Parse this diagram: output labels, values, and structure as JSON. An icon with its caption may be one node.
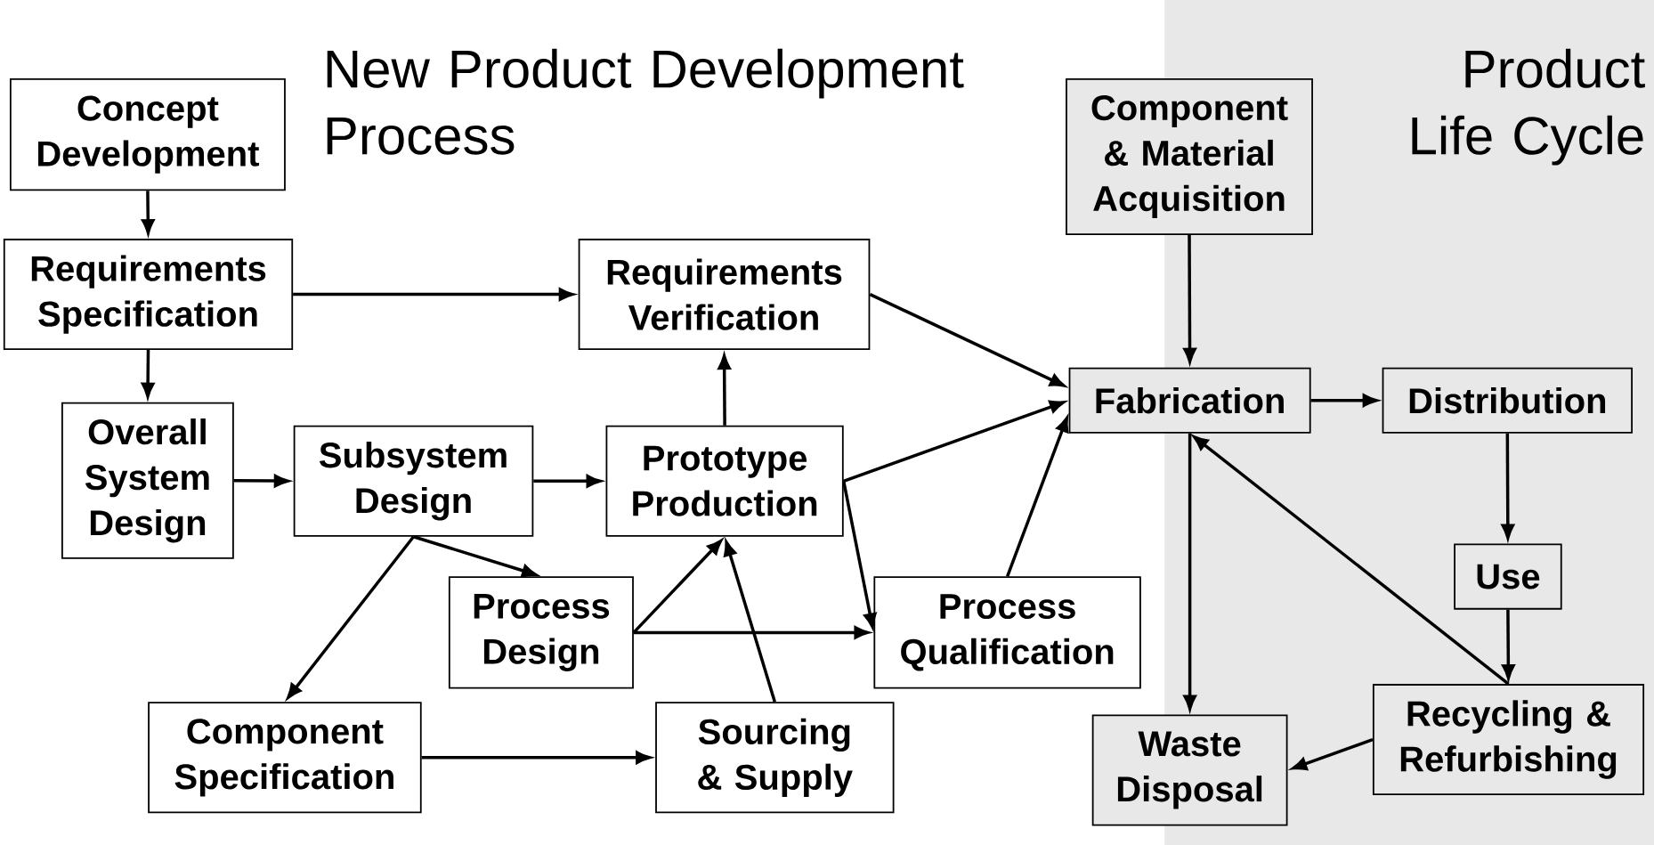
{
  "diagram": {
    "title": "New Product Development Process",
    "nodes": [
      {
        "text": [
          "Concept Development"
        ]
      },
      {
        "text": [
          "Requirements Specification"
        ]
      },
      {
        "text": [
          "Overall System Design"
        ]
      },
      {
        "text": [
          "Subsystem Design"
        ]
      },
      {
        "text": [
          "Requirements Verification"
        ]
      },
      {
        "text": [
          "Prototype Production"
        ]
      },
      {
        "text": [
          "Process Design"
        ]
      },
      {
        "text": [
          "Process Qualification"
        ]
      },
      {
        "text": [
          "Component Specification"
        ]
      },
      {
        "text": [
          "Sourcing & Supply"
        ]
      },
      {
        "text": [
          "Component & Material Acquisition"
        ]
      },
      {
        "text": [
          "Fabrication"
        ]
      },
      {
        "text": [
          "Distribution"
        ]
      },
      {
        "text": [
          "Use"
        ]
      },
      {
        "text": [
          "Recycling & Refurbishing"
        ]
      },
      {
        "text": [
          "Waste Disposal"
        ]
      }
    ],
    "edges": [
      {
        "from": 0,
        "to": 1,
        "arrow": "to"
      },
      {
        "from": 1,
        "to": 4,
        "arrow": "to"
      },
      {
        "from": 1,
        "to": 2,
        "arrow": "to"
      },
      {
        "from": 2,
        "to": 3,
        "arrow": "to"
      },
      {
        "from": 3,
        "to": 5,
        "arrow": "to"
      },
      {
        "from": 5,
        "to": 4,
        "arrow": "to"
      },
      {
        "from": 4,
        "to": 11,
        "arrow": "to"
      },
      {
        "from": 5,
        "to": 11,
        "arrow": "to"
      },
      {
        "from": 3,
        "to": 6,
        "arrow": "to"
      },
      {
        "from": 3,
        "to": 8,
        "arrow": "to"
      },
      {
        "from": 6,
        "to": 5,
        "arrow": "to"
      },
      {
        "from": 6,
        "to": 7,
        "arrow": "to"
      },
      {
        "from": 5,
        "to": 7,
        "arrow": "to"
      },
      {
        "from": 9,
        "to": 5,
        "arrow": "to"
      },
      {
        "from": 8,
        "to": 9,
        "arrow": "to"
      },
      {
        "from": 7,
        "to": 11,
        "arrow": "to"
      },
      {
        "from": 10,
        "to": 11,
        "arrow": "to"
      },
      {
        "from": 11,
        "to": 12,
        "arrow": "to"
      },
      {
        "from": 12,
        "to": 13,
        "arrow": "to"
      },
      {
        "from": 13,
        "to": 14,
        "arrow": "to"
      },
      {
        "from": 14,
        "to": 11,
        "arrow": "to"
      },
      {
        "from": 11,
        "to": 15,
        "arrow": "to"
      },
      {
        "from": 14,
        "to": 15,
        "arrow": "to"
      }
    ],
    "labels": [
      "Product Life Cycle"
    ]
  }
}
